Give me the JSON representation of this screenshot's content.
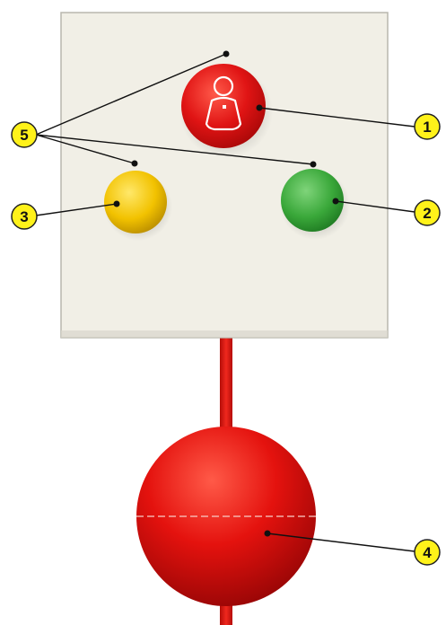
{
  "callouts": [
    {
      "label": "1",
      "target": "nurse-call-button"
    },
    {
      "label": "2",
      "target": "green-lamp"
    },
    {
      "label": "3",
      "target": "yellow-lamp"
    },
    {
      "label": "4",
      "target": "pull-ball"
    },
    {
      "label": "5",
      "target": "indicator-rings"
    }
  ],
  "colors": {
    "panel": "#f1efe6",
    "panel_border": "#b9b7ae",
    "call_button": "#e01414",
    "green_lamp": "#3aa83a",
    "yellow_lamp": "#f2c200",
    "cord": "#e11a12",
    "ball": "#e4120e",
    "callout_fill": "#fff21a",
    "leader": "#111111"
  },
  "icons": {
    "call_symbol": "person-icon"
  }
}
